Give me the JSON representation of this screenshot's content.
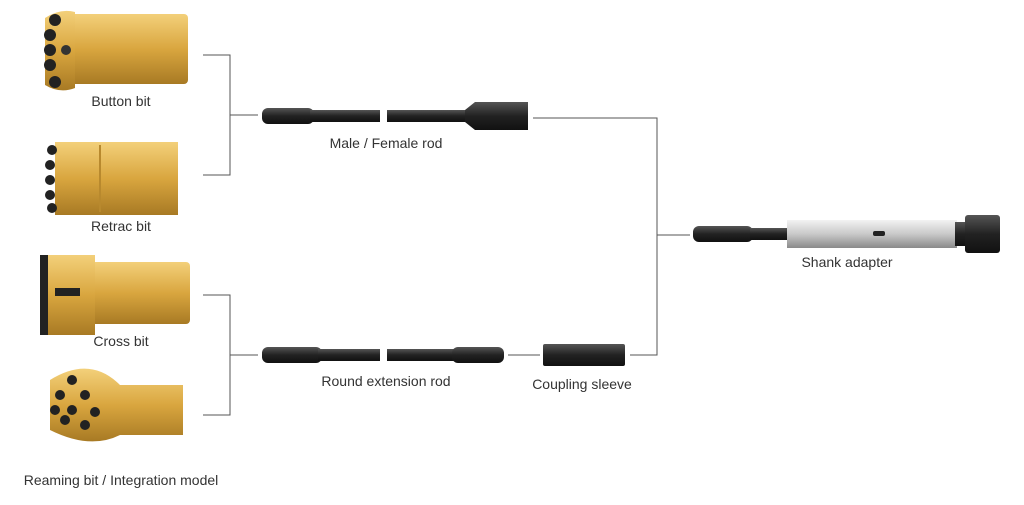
{
  "title": "Drilling tool components",
  "bits": [
    {
      "label": "Button bit"
    },
    {
      "label": "Retrac bit"
    },
    {
      "label": "Cross bit"
    },
    {
      "label": "Reaming bit / Integration model"
    }
  ],
  "rods": [
    {
      "label": "Male / Female rod"
    },
    {
      "label": "Round extension rod"
    }
  ],
  "coupling": {
    "label": "Coupling sleeve"
  },
  "shank": {
    "label": "Shank adapter"
  },
  "colors": {
    "gold": "#d9a63f",
    "steel": "#2b2b2b",
    "silver": "#c9c9c9",
    "line": "#555555"
  }
}
